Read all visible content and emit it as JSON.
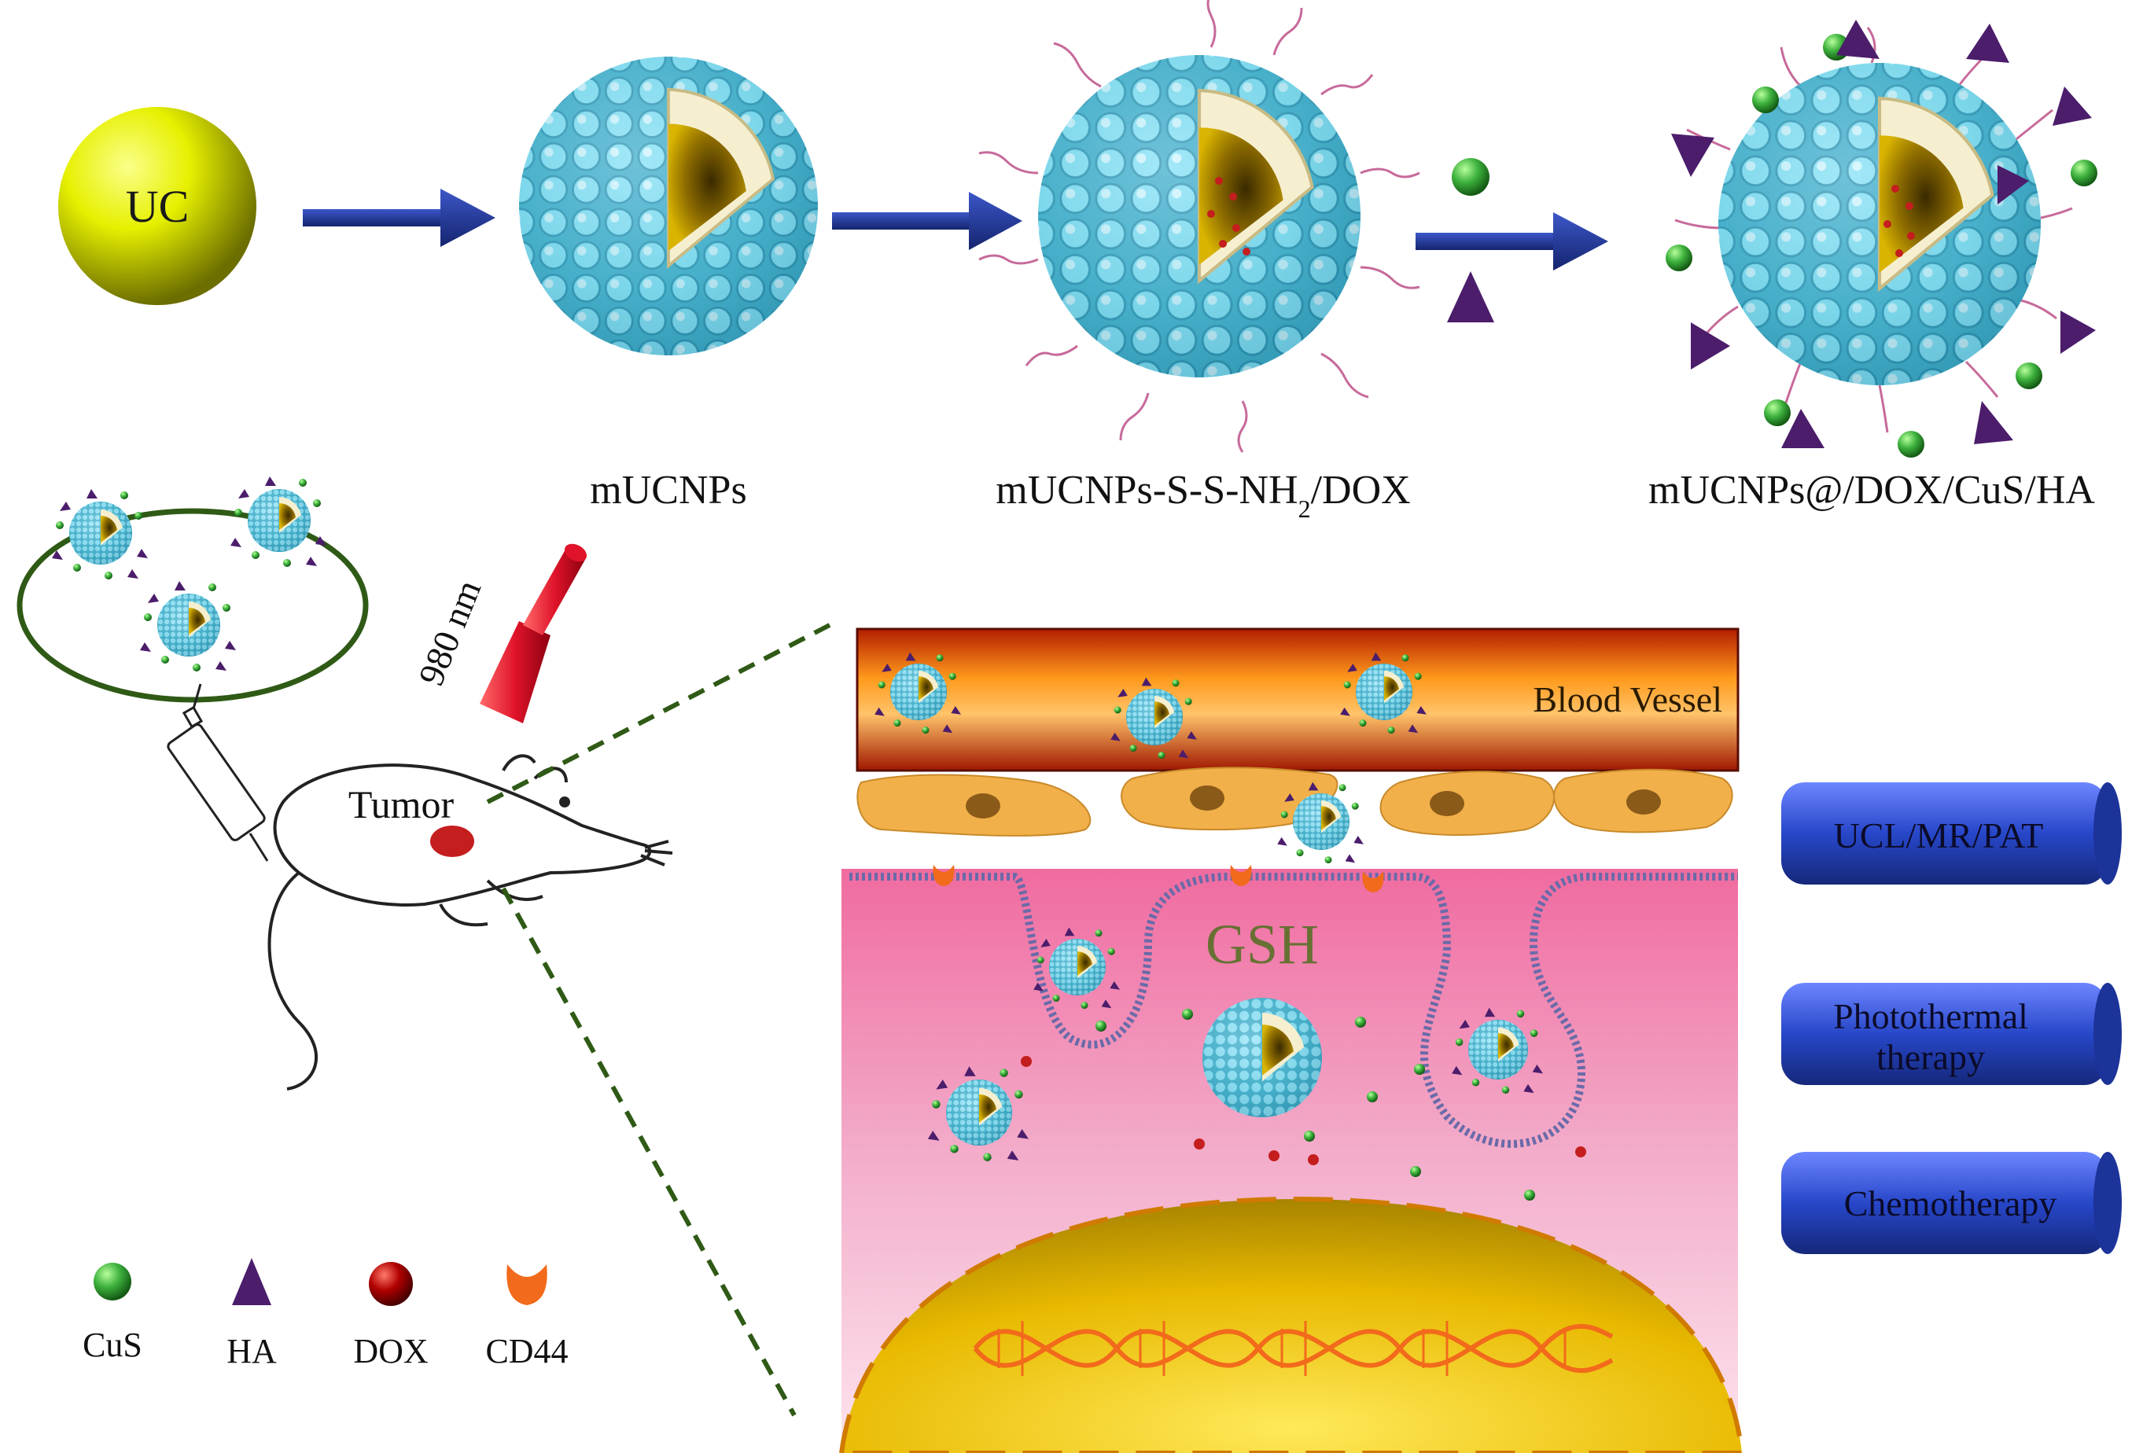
{
  "top_row": {
    "uc_label": "UC",
    "labels": {
      "mucnps": "mUCNPs",
      "mucnps_ssnh2_dox_prefix": "mUCNPs-S-S-NH",
      "mucnps_ssnh2_dox_sub": "2",
      "mucnps_ssnh2_dox_suffix": "/DOX",
      "final": "mUCNPs@/DOX/CuS/HA"
    }
  },
  "mouse_panel": {
    "laser_label": "980 nm",
    "tumor_label": "Tumor"
  },
  "zoom_panel": {
    "blood_vessel_label": "Blood Vessel",
    "gsh_label": "GSH"
  },
  "outcomes": [
    {
      "line1": "UCL/MR/PAT",
      "line2": ""
    },
    {
      "line1": "Photothermal",
      "line2": "therapy"
    },
    {
      "line1": "Chemotherapy",
      "line2": ""
    }
  ],
  "legend": [
    {
      "name": "CuS",
      "color": "#3db23d",
      "shape": "sphere"
    },
    {
      "name": "HA",
      "color": "#4b1d6b",
      "shape": "triangle"
    },
    {
      "name": "DOX",
      "color": "#b00000",
      "shape": "sphere"
    },
    {
      "name": "CD44",
      "color": "#f26a1b",
      "shape": "crescent"
    }
  ],
  "colors": {
    "shell": "#5bc3d8",
    "core": "#c9a500",
    "arrow": "#1a2d8f",
    "mouse_ring": "#2f5a16",
    "outcome_box": "#2747c9",
    "gsh_text": "#4f6f1e"
  }
}
